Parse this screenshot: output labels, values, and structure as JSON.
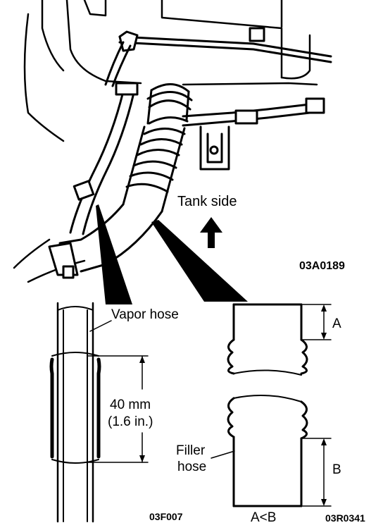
{
  "labels": {
    "tank_side": "Tank side",
    "vapor_hose": "Vapor hose",
    "dimension_mm": "40 mm",
    "dimension_in": "(1.6 in.)",
    "filler_hose_line1": "Filler",
    "filler_hose_line2": "hose",
    "dim_a": "A",
    "dim_b": "B",
    "relation": "A<B"
  },
  "figure_codes": {
    "top": "03A0189",
    "bottom_left": "03F007",
    "bottom_right": "03R0341"
  },
  "colors": {
    "ink": "#000000",
    "paper": "#ffffff"
  }
}
